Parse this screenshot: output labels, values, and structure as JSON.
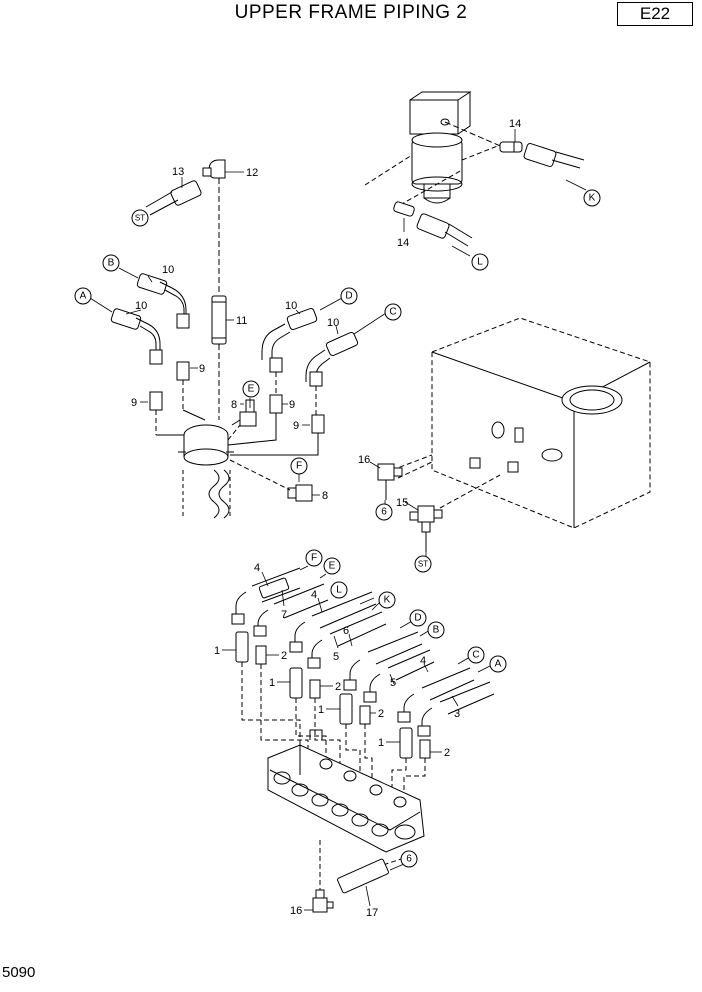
{
  "header": {
    "title": "UPPER FRAME PIPING 2",
    "page_code": "E22"
  },
  "footer": {
    "number": "5090"
  },
  "part_numbers": [
    "1",
    "2",
    "3",
    "4",
    "5",
    "6",
    "7",
    "8",
    "9",
    "10",
    "11",
    "12",
    "13",
    "14",
    "15",
    "16",
    "17"
  ],
  "port_letters": [
    "A",
    "B",
    "C",
    "D",
    "E",
    "F",
    "K",
    "L",
    "ST"
  ],
  "labels": {
    "p12": "12",
    "p13": "13",
    "st_top": "ST",
    "p14a": "14",
    "p14b": "14",
    "k_top": "K",
    "l_top": "L",
    "b_left": "B",
    "a_left": "A",
    "p10a": "10",
    "p10b": "10",
    "p11": "11",
    "p9a": "9",
    "p9b": "9",
    "d_mid": "D",
    "c_mid": "C",
    "p10c": "10",
    "p10d": "10",
    "p9c": "9",
    "p9d": "9",
    "e_mid": "E",
    "p8a": "8",
    "f_mid": "F",
    "p8b": "8",
    "p16a": "16",
    "p6a": "6",
    "p15": "15",
    "st_mid": "ST",
    "f_low": "F",
    "e_low": "E",
    "p4a": "4",
    "p7": "7",
    "l_low": "L",
    "k_low": "K",
    "p4b": "4",
    "p5a": "5",
    "d_low": "D",
    "b_low": "B",
    "p6b": "6",
    "p5b": "5",
    "c_low": "C",
    "a_low": "A",
    "p4c": "4",
    "p3": "3",
    "p1a": "1",
    "p2a": "2",
    "p1b": "1",
    "p2b": "2",
    "p1c": "1",
    "p2c": "2",
    "p1d": "1",
    "p2d": "2",
    "p6c": "6",
    "p16b": "16",
    "p17": "17"
  }
}
